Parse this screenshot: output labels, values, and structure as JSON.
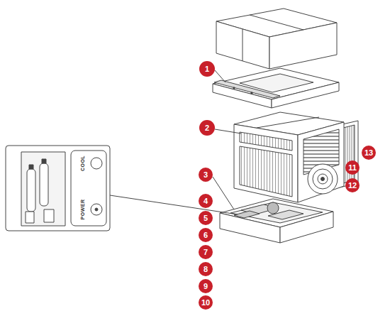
{
  "diagram": {
    "labels": [
      "1",
      "2",
      "13",
      "3",
      "11",
      "12",
      "4",
      "5",
      "6",
      "7",
      "8",
      "9",
      "10",
      "COOL",
      "POWER"
    ]
  }
}
